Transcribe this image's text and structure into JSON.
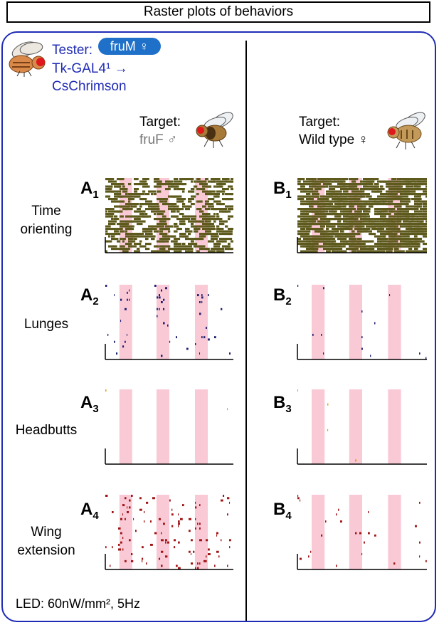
{
  "title": "Raster plots of behaviors",
  "tester": {
    "prefix": "Tester:",
    "pill": "fruM ♀",
    "line2": "Tk-GAL4¹ →",
    "line3": "CsChrimson"
  },
  "targets": [
    {
      "label": "Target:",
      "name": "fruF ♂"
    },
    {
      "label": "Target:",
      "name": "Wild type ♀"
    }
  ],
  "rows": [
    {
      "label": "Time orienting",
      "left_id": "A",
      "right_id": "B",
      "num": "1"
    },
    {
      "label": "Lunges",
      "left_id": "A",
      "right_id": "B",
      "num": "2"
    },
    {
      "label": "Headbutts",
      "left_id": "A",
      "right_id": "B",
      "num": "3"
    },
    {
      "label": "Wing extension",
      "left_id": "A",
      "right_id": "B",
      "num": "4"
    }
  ],
  "led": "LED: 60nW/mm², 5Hz",
  "colors": {
    "panel_border": "#1f2bb5",
    "pill": "#1f70c8",
    "stim": "#f9c9d6",
    "orienting": "#5e5a1d",
    "lunges": "#1f1f6e",
    "headbutts": "#d9a400",
    "wing": "#a01515"
  }
}
